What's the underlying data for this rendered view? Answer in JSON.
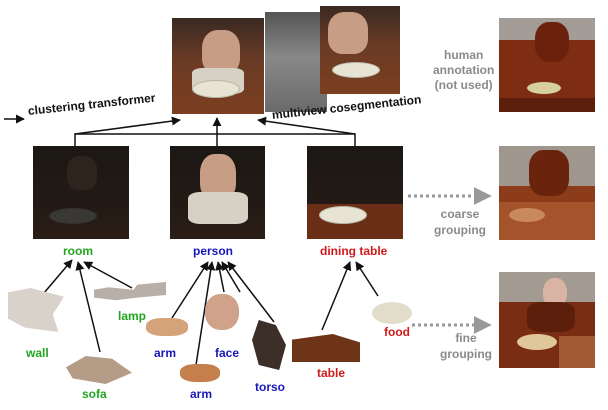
{
  "top_labels": {
    "clustering_transformer": "clustering transformer",
    "multiview_cosegmentation": "multiview cosegmentation",
    "human_annotation": [
      "human",
      "annotation",
      "(not used)"
    ]
  },
  "middle_labels": {
    "room": "room",
    "person": "person",
    "dining_table": "dining table",
    "coarse_grouping": [
      "coarse",
      "grouping"
    ]
  },
  "bottom_labels": {
    "wall": "wall",
    "sofa": "sofa",
    "lamp": "lamp",
    "arm_left": "arm",
    "arm_bottom": "arm",
    "face": "face",
    "torso": "torso",
    "table": "table",
    "food": "food",
    "fine_grouping": [
      "fine",
      "grouping"
    ]
  },
  "colors": {
    "room": "#21a521",
    "person": "#1717b8",
    "dining_table": "#d11a1a",
    "gray": "#8a8a8a",
    "seg_dark": "#7b2a12",
    "seg_mid": "#9b4a2a",
    "seg_light": "#d9bba4"
  }
}
